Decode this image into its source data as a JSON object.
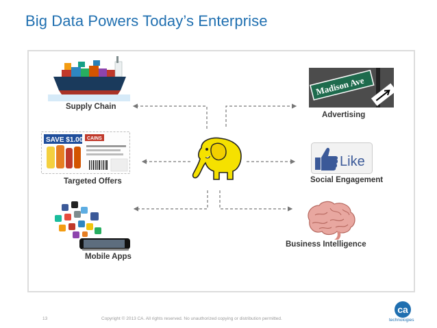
{
  "slide": {
    "title": "Big Data Powers Today’s Enterprise",
    "page_number": "13",
    "copyright": "Copyright © 2013 CA. All rights reserved. No unauthorized copying or distribution permitted.",
    "logo_text": "ca",
    "logo_subtext": "technologies"
  },
  "diagram": {
    "nodes": [
      {
        "id": "supply-chain",
        "label": "Supply Chain"
      },
      {
        "id": "targeted-offers",
        "label": "Targeted Offers"
      },
      {
        "id": "mobile-apps",
        "label": "Mobile Apps"
      },
      {
        "id": "advertising",
        "label": "Advertising"
      },
      {
        "id": "social-engagement",
        "label": "Social Engagement"
      },
      {
        "id": "business-intelligence",
        "label": "Business Intelligence"
      }
    ],
    "street_sign_text": "Madison Ave",
    "like_button_text": "Like",
    "coupon_text": "SAVE $1.00",
    "coupon_brand": "CAINS",
    "colors": {
      "title": "#1f6fb0",
      "connector": "#777777",
      "elephant": "#f5e100",
      "like_blue": "#3b5998"
    },
    "icons": [
      "cargo-ship-icon",
      "coupon-icon",
      "mobile-phone-icon",
      "street-sign-icon",
      "like-thumb-icon",
      "brain-icon",
      "hadoop-elephant-icon"
    ]
  }
}
